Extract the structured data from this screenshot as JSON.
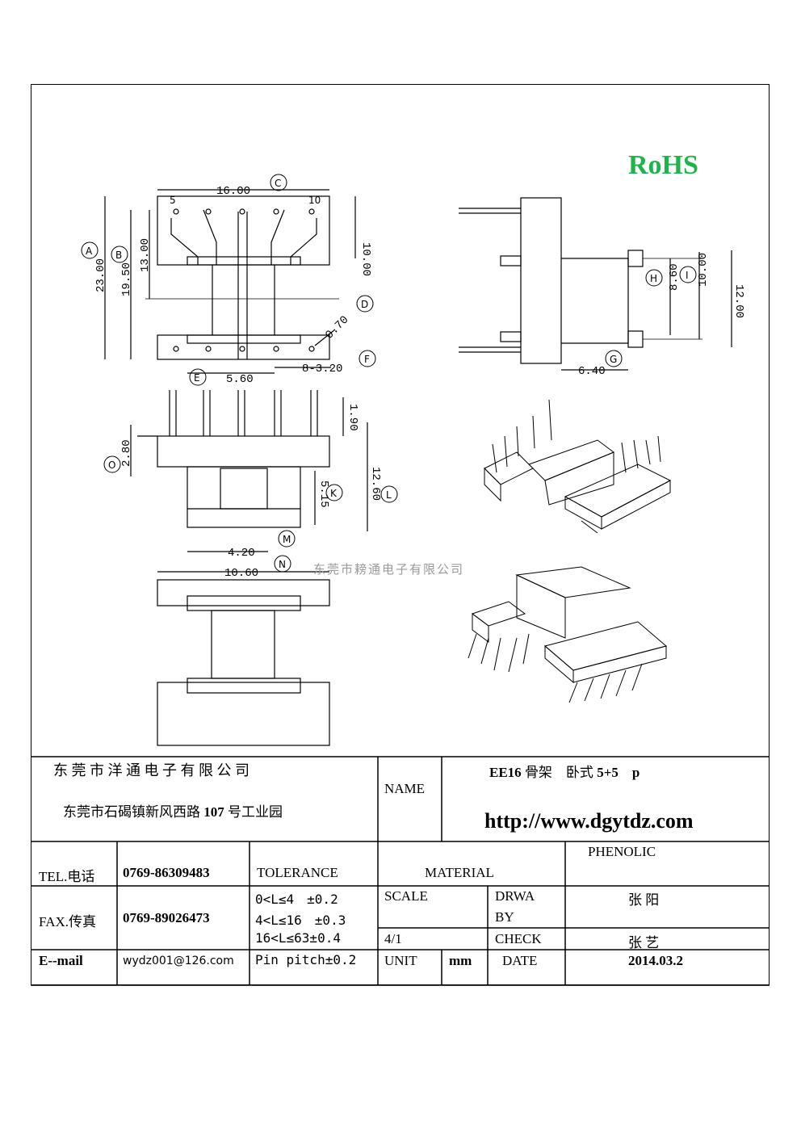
{
  "header": {
    "rohs": "RoHS",
    "watermark": "东莞市耪通电子有限公司"
  },
  "dimensions": {
    "top_width": "16.00",
    "top_height": "10.00",
    "overall_a": "23.00",
    "overall_b": "19.50",
    "b_inner": "13.00",
    "pin_dia": "0.70",
    "pitch_e": "5.60",
    "pitch_f": "8-3.20",
    "side_h": "8.60",
    "side_i": "10.00",
    "side_total": "12.00",
    "side_g": "6.40",
    "pin_len": "1.90",
    "flange_o": "2.80",
    "k": "5.15",
    "l": "12.60",
    "m": "4.20",
    "n": "10.60"
  },
  "callouts": {
    "a": "A",
    "b": "B",
    "c": "C",
    "d": "D",
    "e": "E",
    "f": "F",
    "g": "G",
    "h": "H",
    "i": "I",
    "k": "K",
    "l": "L",
    "m": "M",
    "n": "N",
    "o": "O"
  },
  "pin_labels": {
    "p5": "5",
    "p10": "10"
  },
  "title_block": {
    "company": "东 莞 市 洋 通 电 子 有 限 公 司",
    "address_pre": "东莞市石碣镇新风西路 ",
    "address_num": "107",
    "address_post": " 号工业园",
    "name_label": "NAME",
    "name_value_bold": "EE16",
    "name_value_rest": " 骨架　卧式 ",
    "name_value_pins": "5+5　p",
    "website": "http://www.dgytdz.com",
    "tel_label": "TEL.电话",
    "tel_value": "0769-86309483",
    "tolerance_label": "TOLERANCE",
    "material_label": "MATERIAL",
    "material_value": "PHENOLIC",
    "fax_label": "FAX.传真",
    "fax_value": "0769-89026473",
    "tol_rows": [
      "0<L≤4　±0.2",
      "4<L≤16　±0.3",
      "16<L≤63±0.4",
      "Pin pitch±0.2"
    ],
    "scale_label": "SCALE",
    "scale_value": "4/1",
    "drawn_label_1": "DRWA",
    "drawn_label_2": "BY",
    "drawn_value": "张 阳",
    "check_label": "CHECK",
    "check_value": "张 艺",
    "email_label": "E--mail",
    "email_value": "wydz001@126.com",
    "unit_label": "UNIT",
    "unit_value": "mm",
    "date_label": "DATE",
    "date_value": "2014.03.2"
  }
}
